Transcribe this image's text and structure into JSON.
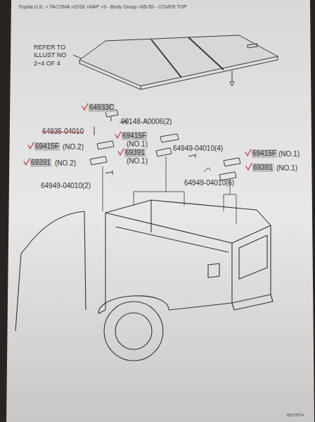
{
  "diagram": {
    "title": "Toyota U.S. > TACOMA >2016 >NAP >3 - Body Group >65-59 - COVER TOP",
    "labels": [
      "REFER TO ILLUST NO 2~4 OF 4",
      "64933C",
      "90148-A0006(2)",
      "64935-04010",
      "69415F",
      "(NO.1)",
      "69415F",
      "(NO.2)",
      "69391",
      "(NO.1)",
      "64949-04010(4)",
      "69391",
      "(NO.2)",
      "69415F",
      "(NO.1)",
      "69391",
      "(NO.1)",
      "64949-04010(6)",
      "64949-04010(2)",
      "651787A"
    ]
  }
}
